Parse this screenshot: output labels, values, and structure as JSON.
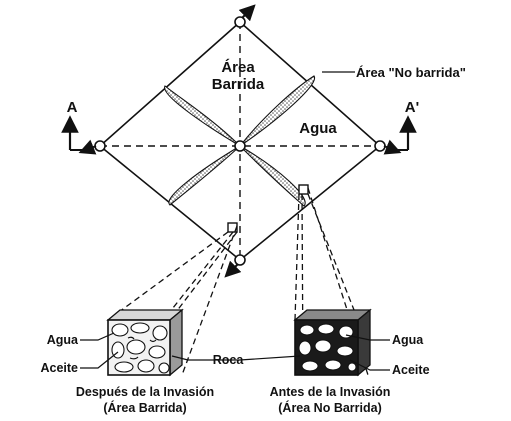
{
  "labels": {
    "swept_area_line1": "Área",
    "swept_area_line2": "Barrida",
    "unswept_area": "Área \"No barrida\"",
    "water_pattern": "Agua",
    "section_a": "A",
    "section_a_prime": "A'",
    "left_block": {
      "water": "Agua",
      "oil": "Aceite",
      "caption_line1": "Después de la Invasión",
      "caption_line2": "(Área Barrida)"
    },
    "rock": "Roca",
    "right_block": {
      "water": "Agua",
      "oil": "Aceite",
      "caption_line1": "Antes de la Invasión",
      "caption_line2": "(Área No Barrida)"
    }
  },
  "colors": {
    "ink": "#111111",
    "stipple": "#bdbdbd",
    "block_light": "#f2f2f2",
    "block_dark": "#1a1a1a"
  }
}
